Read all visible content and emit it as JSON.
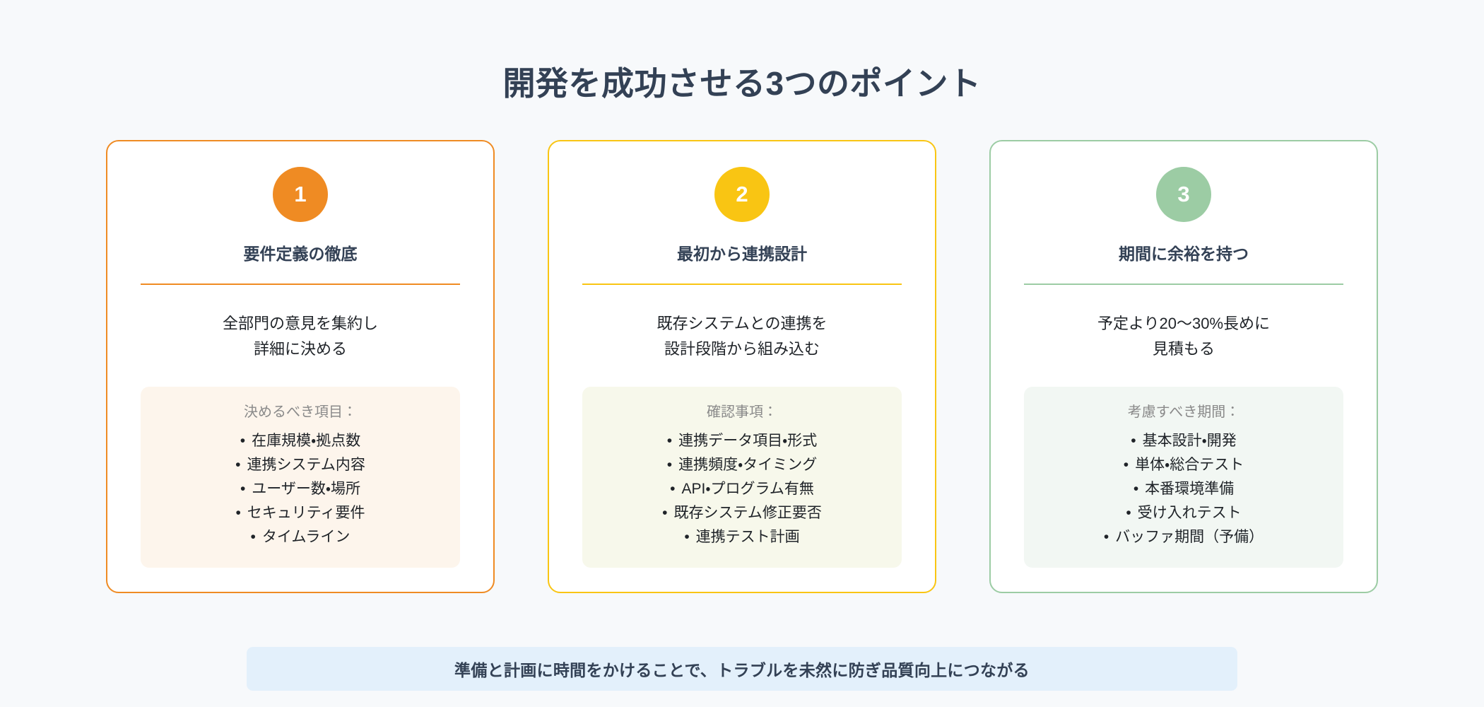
{
  "header": {
    "title": "開発を成功させる3つのポイント"
  },
  "theme": {
    "page_background": "#F7F9FB",
    "title_color": "#334155",
    "orange": "#EF8B23",
    "yellow": "#F9C513",
    "green": "#9CCCA4",
    "orange_box": "#FDF5EC",
    "yellow_box": "#F7F8EB",
    "green_box": "#F2F7F3",
    "banner_background": "#E3F0FB"
  },
  "cards": [
    {
      "number": "1",
      "accent": "orange",
      "title": "要件定義の徹底",
      "description": "全部門の意見を集約し\n詳細に決める",
      "desc_lines": [
        "全部門の意見を集約し",
        "詳細に決める"
      ],
      "list_label": "決めるべき項目：",
      "items": [
        "在庫規模・拠点数",
        "連携システム内容",
        "ユーザー数・場所",
        "セキュリティ要件",
        "タイムライン"
      ]
    },
    {
      "number": "2",
      "accent": "yellow",
      "title": "最初から連携設計",
      "description": "既存システムとの連携を\n設計段階から組み込む",
      "desc_lines": [
        "既存システムとの連携を",
        "設計段階から組み込む"
      ],
      "list_label": "確認事項：",
      "items": [
        "連携データ項目・形式",
        "連携頻度・タイミング",
        "API・プログラム有無",
        "既存システム修正要否",
        "連携テスト計画"
      ]
    },
    {
      "number": "3",
      "accent": "green",
      "title": "期間に余裕を持つ",
      "description": "予定より20〜30%長めに\n見積もる",
      "desc_lines": [
        "予定より20〜30%長めに",
        "見積もる"
      ],
      "list_label": "考慮すべき期間：",
      "items": [
        "基本設計・開発",
        "単体・総合テスト",
        "本番環境準備",
        "受け入れテスト",
        "バッファ期間（予備）"
      ]
    }
  ],
  "footer": {
    "message": "準備と計画に時間をかけることで、トラブルを未然に防ぎ品質向上につながる"
  }
}
